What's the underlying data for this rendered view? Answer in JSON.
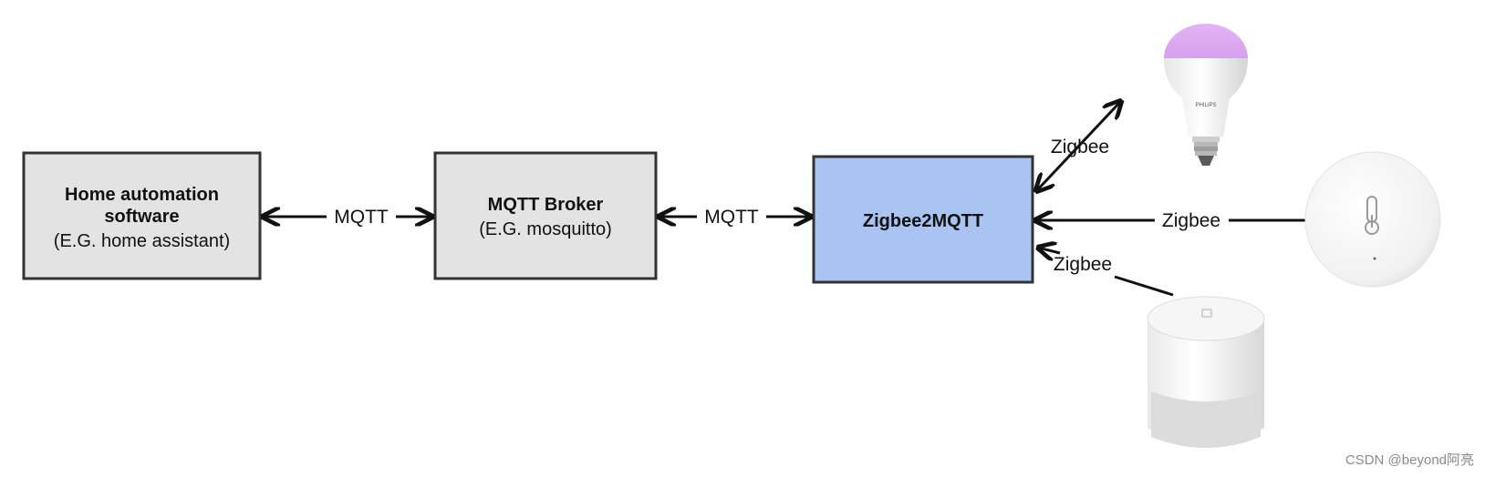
{
  "nodes": {
    "home_automation": {
      "title_line1": "Home automation",
      "title_line2": "software",
      "subtitle": "(E.G. home assistant)"
    },
    "mqtt_broker": {
      "title": "MQTT Broker",
      "subtitle": "(E.G. mosquitto)"
    },
    "zigbee2mqtt": {
      "title": "Zigbee2MQTT"
    },
    "bulb": {
      "brand": "PHILIPS"
    }
  },
  "edges": {
    "home_to_broker": {
      "label": "MQTT"
    },
    "broker_to_z2m": {
      "label": "MQTT"
    },
    "bulb_link": {
      "label": "Zigbee"
    },
    "sensor_link": {
      "label": "Zigbee"
    },
    "motion_link": {
      "label": "Zigbee"
    }
  },
  "watermark": "CSDN @beyond阿亮",
  "colors": {
    "gray_box": "#e3e3e3",
    "blue_box": "#a9c4f1",
    "box_border": "#333333",
    "bulb_glow": "#d9a6f0"
  }
}
